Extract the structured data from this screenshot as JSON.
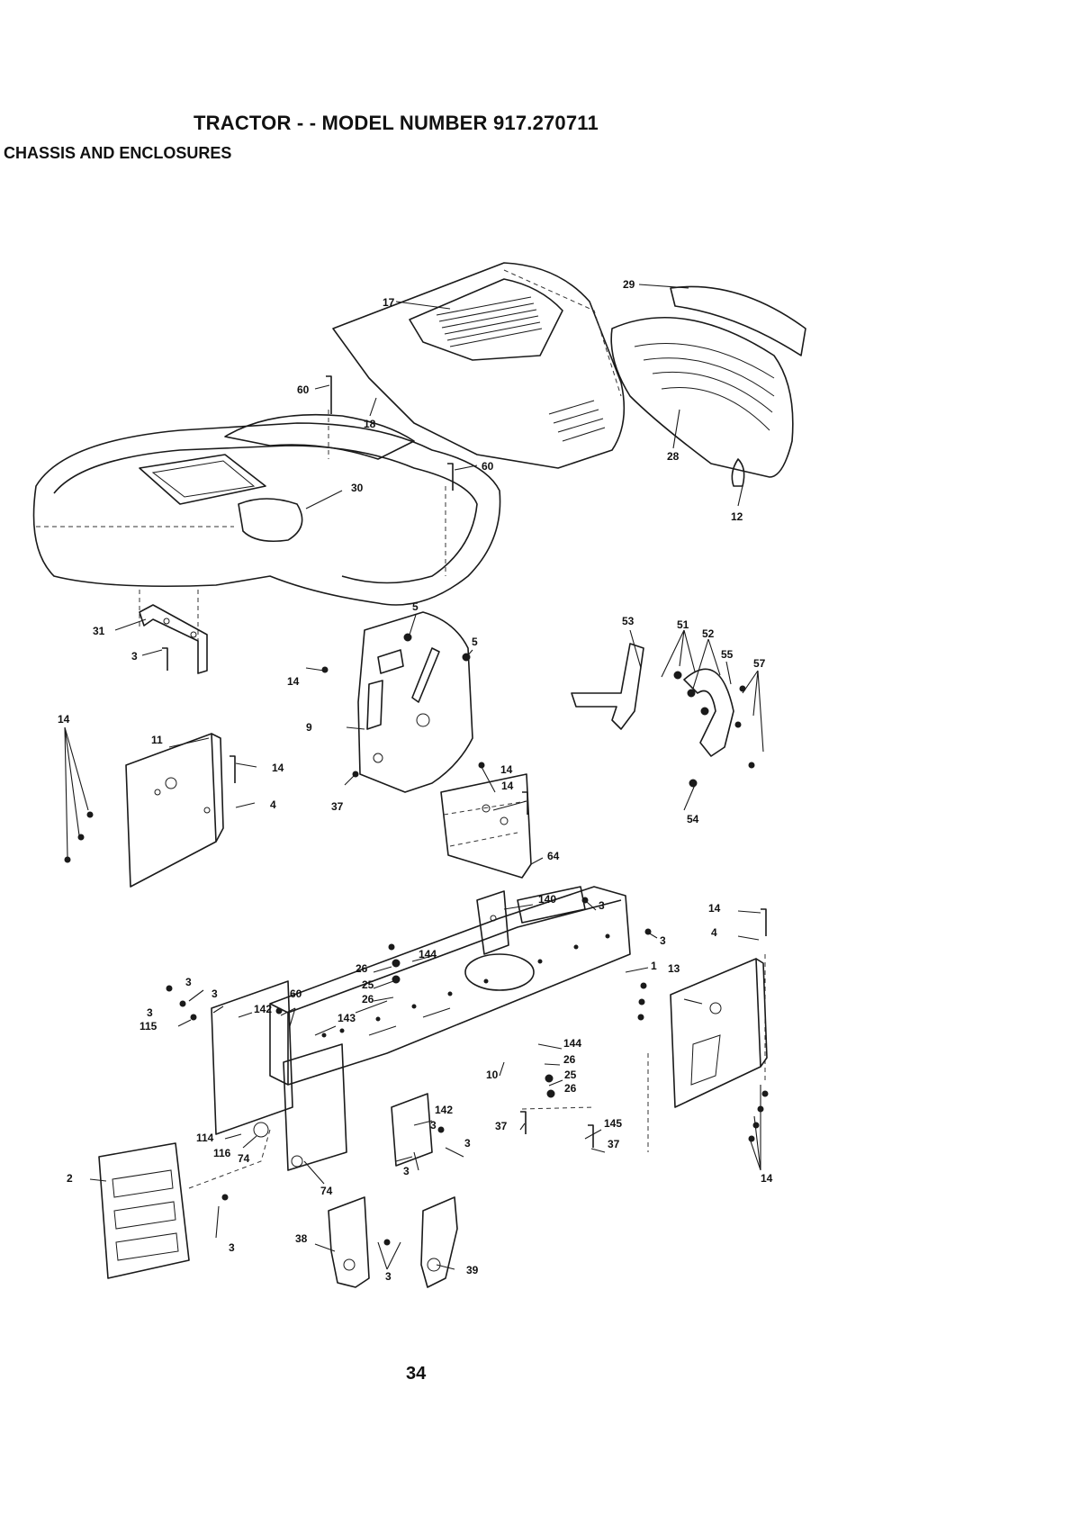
{
  "header": {
    "title": "TRACTOR - - MODEL NUMBER 917.270711",
    "subtitle": "CHASSIS AND ENCLOSURES"
  },
  "footer": {
    "page_number": "34"
  },
  "diagram": {
    "callouts": [
      "17",
      "29",
      "60",
      "18",
      "28",
      "30",
      "12",
      "60",
      "31",
      "3",
      "5",
      "5",
      "53",
      "51",
      "52",
      "55",
      "57",
      "14",
      "9",
      "14",
      "11",
      "14",
      "4",
      "14",
      "37",
      "14",
      "64",
      "54",
      "140",
      "3",
      "3",
      "144",
      "14",
      "4",
      "26",
      "25",
      "26",
      "1",
      "13",
      "3",
      "3",
      "60",
      "142",
      "3",
      "115",
      "143",
      "144",
      "26",
      "25",
      "26",
      "10",
      "142",
      "37",
      "145",
      "37",
      "114",
      "116",
      "74",
      "3",
      "3",
      "3",
      "74",
      "2",
      "38",
      "3",
      "39",
      "3",
      "14"
    ]
  }
}
